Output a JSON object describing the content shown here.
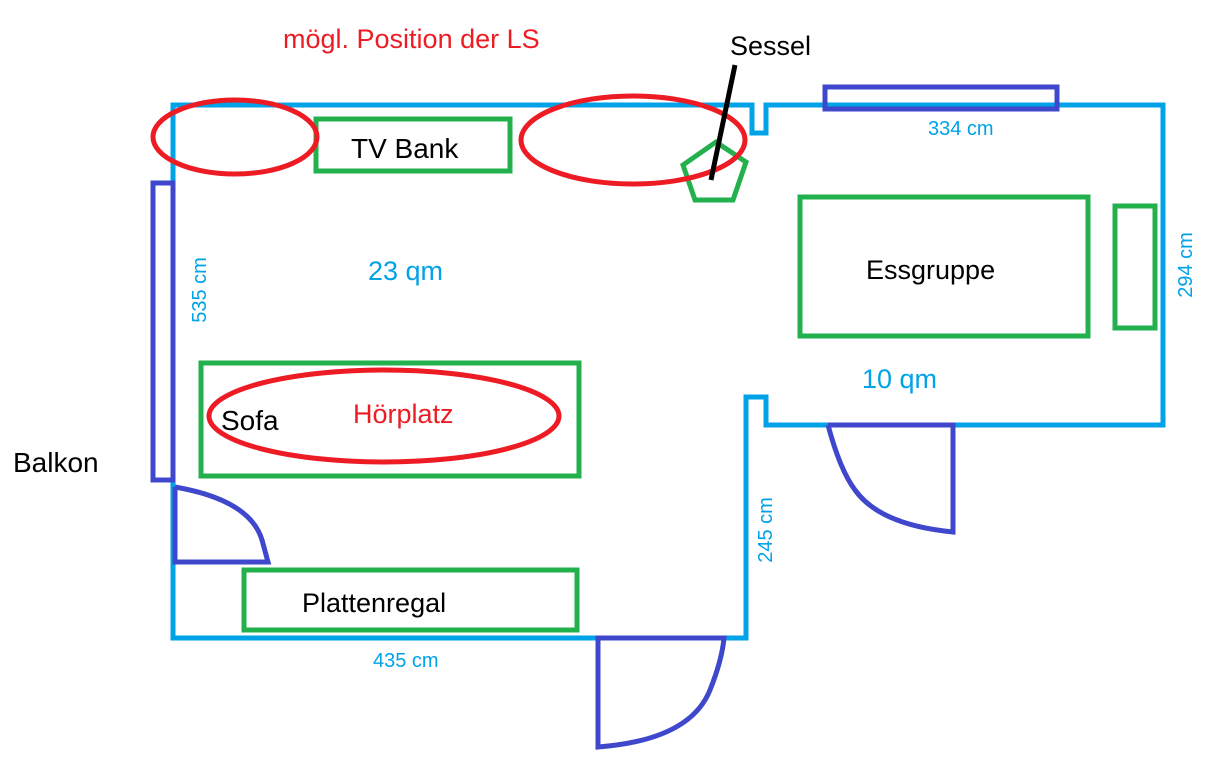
{
  "title": "mögl. Position der LS",
  "colors": {
    "walls": "#00a2e8",
    "windows_doors": "#3f48cc",
    "furniture": "#22b14c",
    "markings": "#ed1c24",
    "text": "#000000"
  },
  "labels": {
    "sessel": "Sessel",
    "tv_bank": "TV Bank",
    "essgruppe": "Essgruppe",
    "sofa": "Sofa",
    "hoerplatz": "Hörplatz",
    "balkon": "Balkon",
    "plattenregal": "Plattenregal"
  },
  "areas": {
    "main_room": "23 qm",
    "dining_area": "10 qm"
  },
  "dimensions": {
    "top_right": "334 cm",
    "left": "535 cm",
    "right": "294 cm",
    "inner": "245 cm",
    "bottom": "435 cm"
  }
}
